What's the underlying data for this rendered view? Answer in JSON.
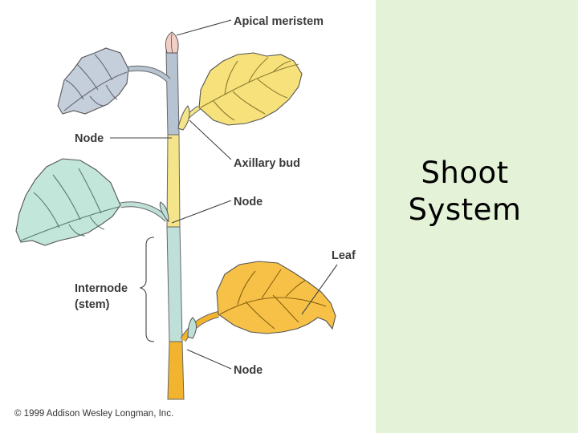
{
  "slide": {
    "title_lines": [
      "Shoot",
      "System"
    ]
  },
  "diagram": {
    "labels": {
      "apical_meristem": "Apical meristem",
      "node_top": "Node",
      "axillary_bud": "Axillary bud",
      "node_middle": "Node",
      "leaf": "Leaf",
      "internode_line1": "Internode",
      "internode_line2": "(stem)",
      "node_bottom": "Node"
    },
    "copyright": "© 1999 Addison Wesley Longman, Inc."
  },
  "colors": {
    "side_panel": "#e4f2d8",
    "stem_upper": "#b6c4d2",
    "stem_yellow": "#f4e48a",
    "stem_teal": "#bfe0d8",
    "stem_orange": "#f2b42e",
    "leaf_gray_blue": "#c5cfdc",
    "leaf_yellow": "#f7e17a",
    "leaf_teal": "#c3e6da",
    "leaf_orange": "#f6c146",
    "bud_pink": "#f2cfc4"
  }
}
